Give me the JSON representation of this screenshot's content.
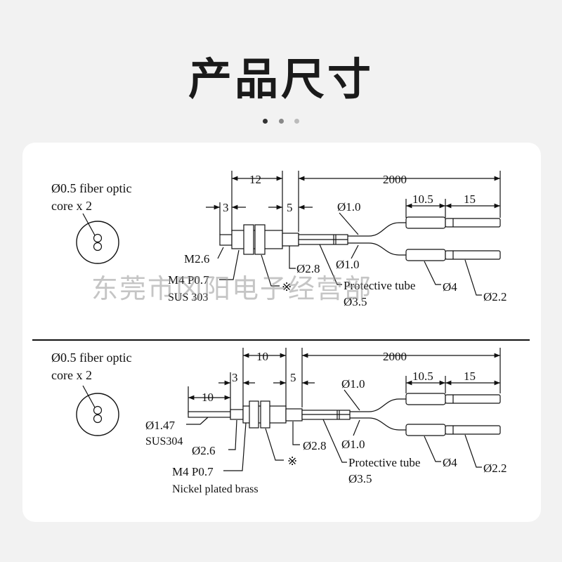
{
  "page": {
    "title": "产品尺寸",
    "watermark": "东莞市冈阳电子经营部",
    "colors": {
      "background": "#f2f2f2",
      "card": "#ffffff",
      "ink": "#111111"
    }
  },
  "diagram_top": {
    "core_label_line1": "Ø0.5 fiber optic",
    "core_label_line2": "core x 2",
    "dim_12": "12",
    "dim_2000": "2000",
    "dim_3": "3",
    "dim_5": "5",
    "dim_10_5": "10.5",
    "dim_15": "15",
    "phi_1_0_a": "Ø1.0",
    "phi_1_0_b": "Ø1.0",
    "m2_6": "M2.6",
    "phi_2_8": "Ø2.8",
    "m4_p07": "M4 P0.7",
    "sus303": "SUS 303",
    "ref_mark": "※",
    "protective_tube": "Protective tube",
    "phi_3_5": "Ø3.5",
    "phi_4": "Ø4",
    "phi_2_2": "Ø2.2"
  },
  "diagram_bottom": {
    "core_label_line1": "Ø0.5 fiber optic",
    "core_label_line2": "core x 2",
    "dim_10_top": "10",
    "dim_2000": "2000",
    "dim_3": "3",
    "dim_5": "5",
    "dim_10_5": "10.5",
    "dim_15": "15",
    "dim_10_left": "10",
    "phi_1_0_a": "Ø1.0",
    "phi_1_0_b": "Ø1.0",
    "phi_1_47": "Ø1.47",
    "sus304": "SUS304",
    "phi_2_6": "Ø2.6",
    "phi_2_8": "Ø2.8",
    "m4_p07": "M4 P0.7",
    "ref_mark": "※",
    "protective_tube": "Protective tube",
    "phi_3_5": "Ø3.5",
    "phi_4": "Ø4",
    "phi_2_2": "Ø2.2",
    "nickel": "Nickel plated brass"
  }
}
